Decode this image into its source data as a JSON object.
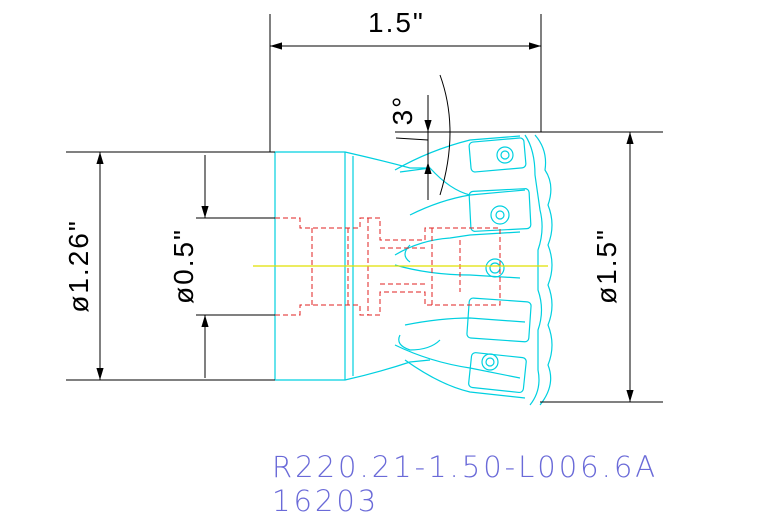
{
  "dimensions": {
    "overall_length": "1.5\"",
    "angle": "3°",
    "shank_diameter": "ø1.26\"",
    "bore_diameter": "ø0.5\"",
    "cutting_diameter": "ø1.5\""
  },
  "part": {
    "number": "R220.21-1.50-L006.6A",
    "code": "16203"
  },
  "colors": {
    "body": "#00d0e0",
    "hidden": "#e02020",
    "centerline": "#e0e000",
    "dimension": "#000000",
    "text": "#6a6ad8"
  }
}
